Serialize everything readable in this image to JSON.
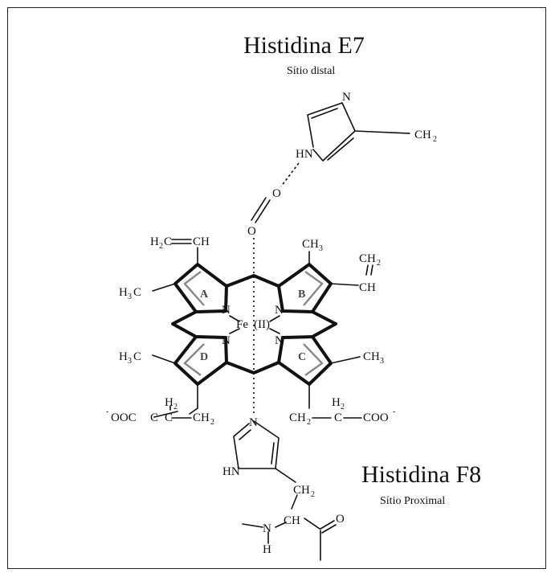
{
  "header": {
    "title": "Histidina E7",
    "subtitle": "Sítio distal"
  },
  "footer": {
    "title": "Histidina F8",
    "subtitle": "Sítio Proximal"
  },
  "atoms": {
    "n": "N",
    "hn": "HN",
    "h": "H",
    "o": "O",
    "c": "C",
    "ch": "CH",
    "h2c": "H",
    "h3c": "H",
    "fe": "Fe",
    "fe_ox": "(II)",
    "ch2": "CH",
    "ch3": "CH",
    "ooc": "OOC",
    "coo": "COO",
    "neg": "-",
    "sub2": "2",
    "sub3": "3"
  },
  "rings": {
    "a": "A",
    "b": "B",
    "c": "C",
    "d": "D"
  }
}
